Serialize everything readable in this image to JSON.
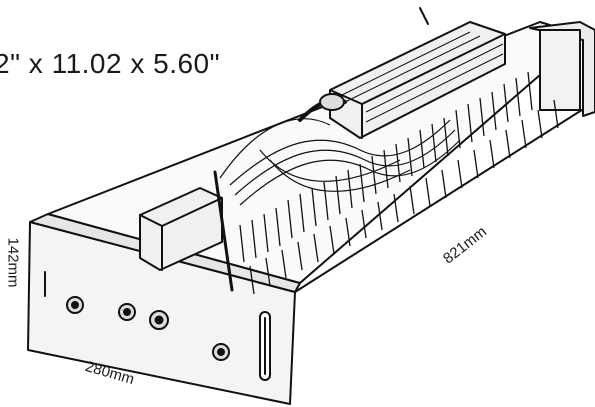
{
  "image": {
    "title_dimensions": "2\" x 11.02 x 5.60\"",
    "labels": {
      "height": "142mm",
      "width": "280mm",
      "length": "821mm"
    }
  }
}
